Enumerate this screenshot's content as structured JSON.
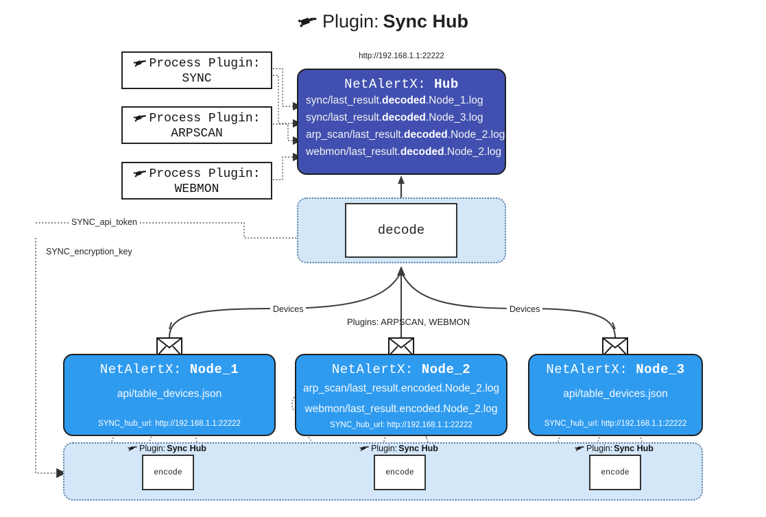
{
  "page": {
    "title_prefix": "Plugin:",
    "title_name": "Sync Hub",
    "plug_icon": "plug-icon"
  },
  "colors": {
    "hub_fill": "#4150b0",
    "node_fill": "#2f9bef",
    "container_fill": "#d4e7f8",
    "container_border": "#5b7fa6",
    "stroke": "#1f1f1f",
    "background": "#ffffff"
  },
  "process_plugins": [
    {
      "label": "Process Plugin:",
      "name": "SYNC",
      "icon": "plug-icon"
    },
    {
      "label": "Process Plugin:",
      "name": "ARPSCAN",
      "icon": "plug-icon"
    },
    {
      "label": "Process Plugin:",
      "name": "WEBMON",
      "icon": "plug-icon"
    }
  ],
  "hub": {
    "url": "http://192.168.1.1:22222",
    "title_prefix": "NetAlertX:",
    "title_name": "Hub",
    "logs": [
      {
        "pre": "sync/last_result.",
        "em": "decoded",
        "post": ".Node_1.log"
      },
      {
        "pre": "sync/last_result.",
        "em": "decoded",
        "post": ".Node_3.log"
      },
      {
        "pre": "arp_scan/last_result.",
        "em": "decoded",
        "post": ".Node_2.log"
      },
      {
        "pre": "webmon/last_result.",
        "em": "decoded",
        "post": ".Node_2.log"
      }
    ]
  },
  "decode": {
    "label": "decode"
  },
  "secrets": [
    {
      "label": "SYNC_api_token"
    },
    {
      "label": "SYNC_encryption_key"
    }
  ],
  "edge_labels": {
    "devices_left": "Devices",
    "devices_right": "Devices",
    "plugins_center": "Plugins: ARPSCAN, WEBMON"
  },
  "nodes": [
    {
      "title_prefix": "NetAlertX:",
      "title_name": "Node_1",
      "icon": "envelope-icon",
      "lines": [
        {
          "pre": "api/table_devices.json",
          "em": "",
          "post": ""
        }
      ],
      "footer": "SYNC_hub_url: http://192.168.1.1:22222"
    },
    {
      "title_prefix": "NetAlertX:",
      "title_name": "Node_2",
      "icon": "envelope-icon",
      "lines": [
        {
          "pre": "arp_scan/last_result.encoded.Node_2.log",
          "em": "",
          "post": ""
        },
        {
          "pre": "webmon/last_result.encoded.Node_2.log",
          "em": "",
          "post": ""
        }
      ],
      "footer": "SYNC_hub_url: http://192.168.1.1:22222"
    },
    {
      "title_prefix": "NetAlertX:",
      "title_name": "Node_3",
      "icon": "envelope-icon",
      "lines": [
        {
          "pre": "api/table_devices.json",
          "em": "",
          "post": ""
        }
      ],
      "footer": "SYNC_hub_url: http://192.168.1.1:22222"
    }
  ],
  "encoders": [
    {
      "caption_prefix": "Plugin:",
      "caption_name": "Sync Hub",
      "box_label": "encode",
      "icon": "plug-icon"
    },
    {
      "caption_prefix": "Plugin:",
      "caption_name": "Sync Hub",
      "box_label": "encode",
      "icon": "plug-icon"
    },
    {
      "caption_prefix": "Plugin:",
      "caption_name": "Sync Hub",
      "box_label": "encode",
      "icon": "plug-icon"
    }
  ]
}
